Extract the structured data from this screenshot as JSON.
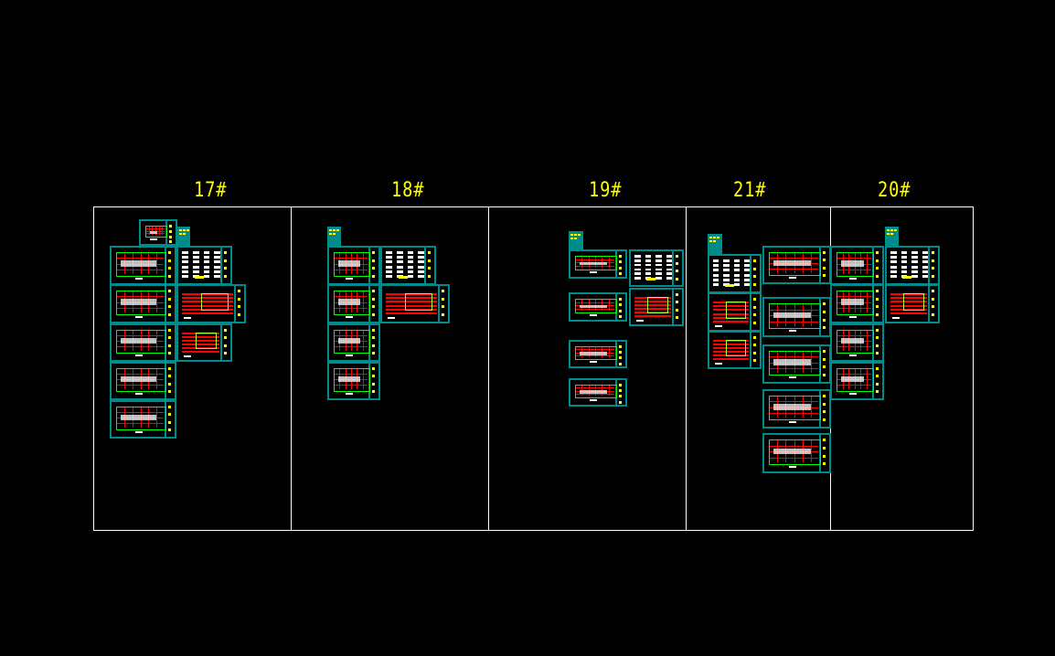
{
  "buildings": [
    {
      "label": "17#"
    },
    {
      "label": "18#"
    },
    {
      "label": "19#"
    },
    {
      "label": "21#"
    },
    {
      "label": "20#"
    }
  ],
  "colors": {
    "background": "#000000",
    "frame": "#ffffff",
    "label": "#ffff00",
    "sheet_border": "#008b8b",
    "plan_outline": "#00ff00",
    "grid": "#ff0000"
  }
}
